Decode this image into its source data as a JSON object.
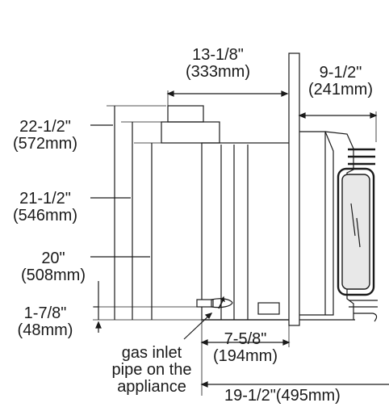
{
  "dimensions": {
    "top_depth": {
      "imperial": "13-1/8\"",
      "metric": "(333mm)"
    },
    "right_depth": {
      "imperial": "9-1/2\"",
      "metric": "(241mm)"
    },
    "height_1": {
      "imperial": "22-1/2\"",
      "metric": "(572mm)"
    },
    "height_2": {
      "imperial": "21-1/2\"",
      "metric": "(546mm)"
    },
    "height_3": {
      "imperial": "20\"",
      "metric": "(508mm)"
    },
    "inlet_height": {
      "imperial": "1-7/8\"",
      "metric": "(48mm)"
    },
    "inlet_depth": {
      "imperial": "7-5/8\"",
      "metric": "(194mm)"
    },
    "total_depth": {
      "text": "19-1/2\"(495mm)"
    }
  },
  "callout": {
    "line1": "gas inlet",
    "line2": "pipe on the",
    "line3": "appliance"
  }
}
